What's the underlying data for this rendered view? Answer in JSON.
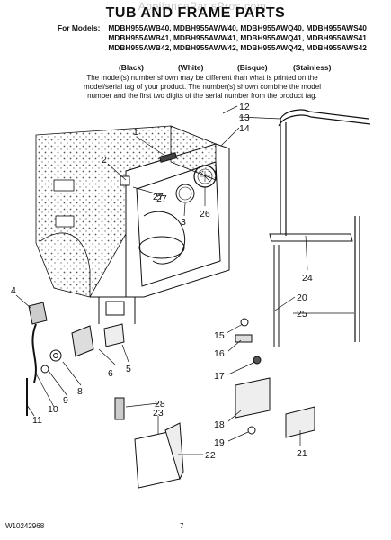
{
  "watermark": "AppliancePartsPros.com",
  "title": "TUB AND FRAME PARTS",
  "models_label": "For Models:",
  "models_rows": [
    [
      "MDBH955AWB40,",
      "MDBH955AWW40,",
      "MDBH955AWQ40,",
      "MDBH955AWS40"
    ],
    [
      "MDBH955AWB41,",
      "MDBH955AWW41,",
      "MDBH955AWQ41,",
      "MDBH955AWS41"
    ],
    [
      "MDBH955AWB42,",
      "MDBH955AWW42,",
      "MDBH955AWQ42,",
      "MDBH955AWS42"
    ]
  ],
  "colors": [
    "(Black)",
    "(White)",
    "(Bisque)",
    "(Stainless)"
  ],
  "note_lines": [
    "The model(s) number shown may be different than what is printed on the",
    "model/serial tag of your product. The number(s) shown combine the model",
    "number and the first two digits of the serial number from the product tag."
  ],
  "callouts": [
    "1",
    "2",
    "3",
    "4",
    "5",
    "6",
    "7",
    "8",
    "9",
    "10",
    "11",
    "12",
    "13",
    "14",
    "15",
    "16",
    "17",
    "18",
    "19",
    "20",
    "21",
    "22",
    "23",
    "24",
    "25",
    "26",
    "27",
    "28"
  ],
  "footer": {
    "doc_number": "W10242968",
    "page": "7"
  }
}
